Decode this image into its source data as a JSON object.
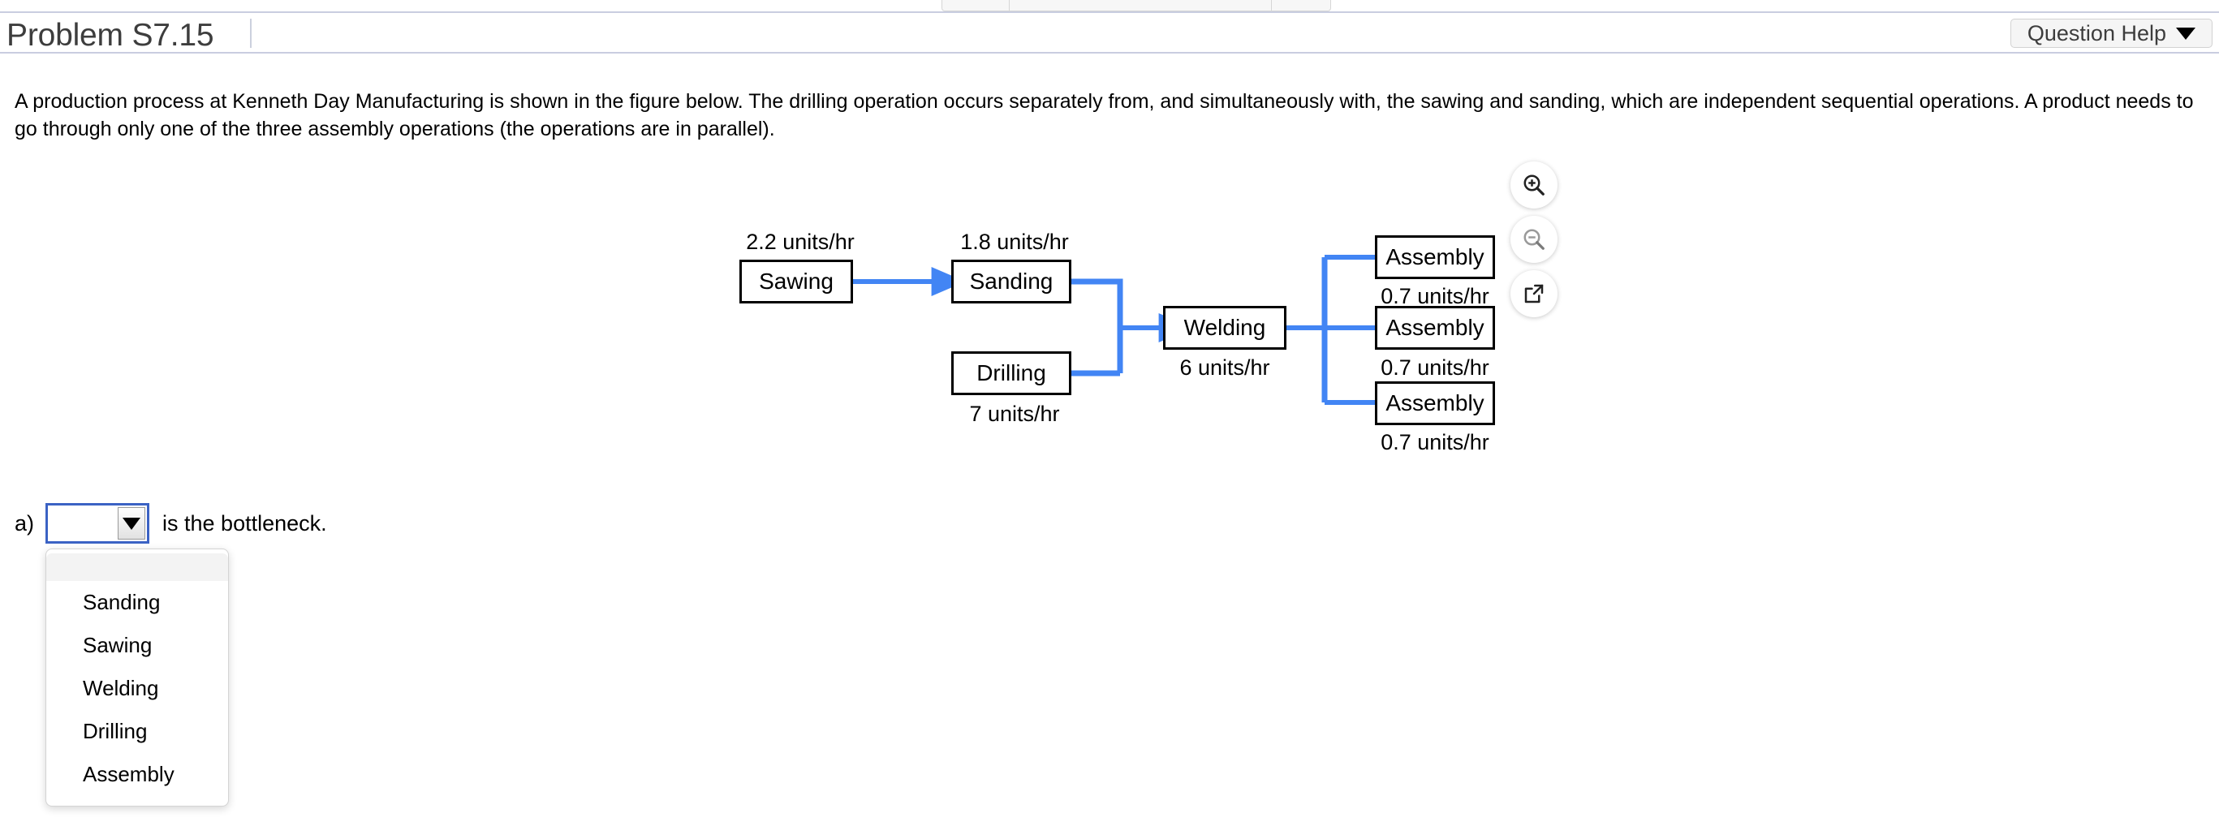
{
  "top_toolbar": {
    "segments": [
      "",
      "",
      ""
    ]
  },
  "header": {
    "title": "Problem S7.15",
    "help_button_label": "Question Help",
    "help_caret_icon": "chevron-down-icon"
  },
  "problem": {
    "statement": "A production process at Kenneth Day Manufacturing is shown in the figure below. The drilling operation occurs separately from, and simultaneously with, the sawing and sanding, which are independent sequential operations. A product needs to go through only one of the three assembly operations (the operations are in parallel)."
  },
  "figure": {
    "accent_color": "#4285F4",
    "boxes": [
      {
        "name": "sawing",
        "label": "Sawing",
        "rate": "2.2 units/hr",
        "rate_position": "above"
      },
      {
        "name": "sanding",
        "label": "Sanding",
        "rate": "1.8 units/hr",
        "rate_position": "above"
      },
      {
        "name": "drilling",
        "label": "Drilling",
        "rate": "7 units/hr",
        "rate_position": "below"
      },
      {
        "name": "welding",
        "label": "Welding",
        "rate": "6 units/hr",
        "rate_position": "below"
      },
      {
        "name": "assembly-1",
        "label": "Assembly",
        "rate": "0.7 units/hr",
        "rate_position": "below"
      },
      {
        "name": "assembly-2",
        "label": "Assembly",
        "rate": "0.7 units/hr",
        "rate_position": "below"
      },
      {
        "name": "assembly-3",
        "label": "Assembly",
        "rate": "0.7 units/hr",
        "rate_position": "below"
      }
    ],
    "tools": [
      {
        "name": "zoom-in-icon",
        "enabled": true
      },
      {
        "name": "zoom-out-icon",
        "enabled": false
      },
      {
        "name": "open-external-icon",
        "enabled": true
      }
    ]
  },
  "answer": {
    "part_label": "a)",
    "select_value": "",
    "select_caret_icon": "caret-down-icon",
    "suffix_text": "is the bottleneck.",
    "dropdown_options": [
      "",
      "Sanding",
      "Sawing",
      "Welding",
      "Drilling",
      "Assembly"
    ]
  }
}
